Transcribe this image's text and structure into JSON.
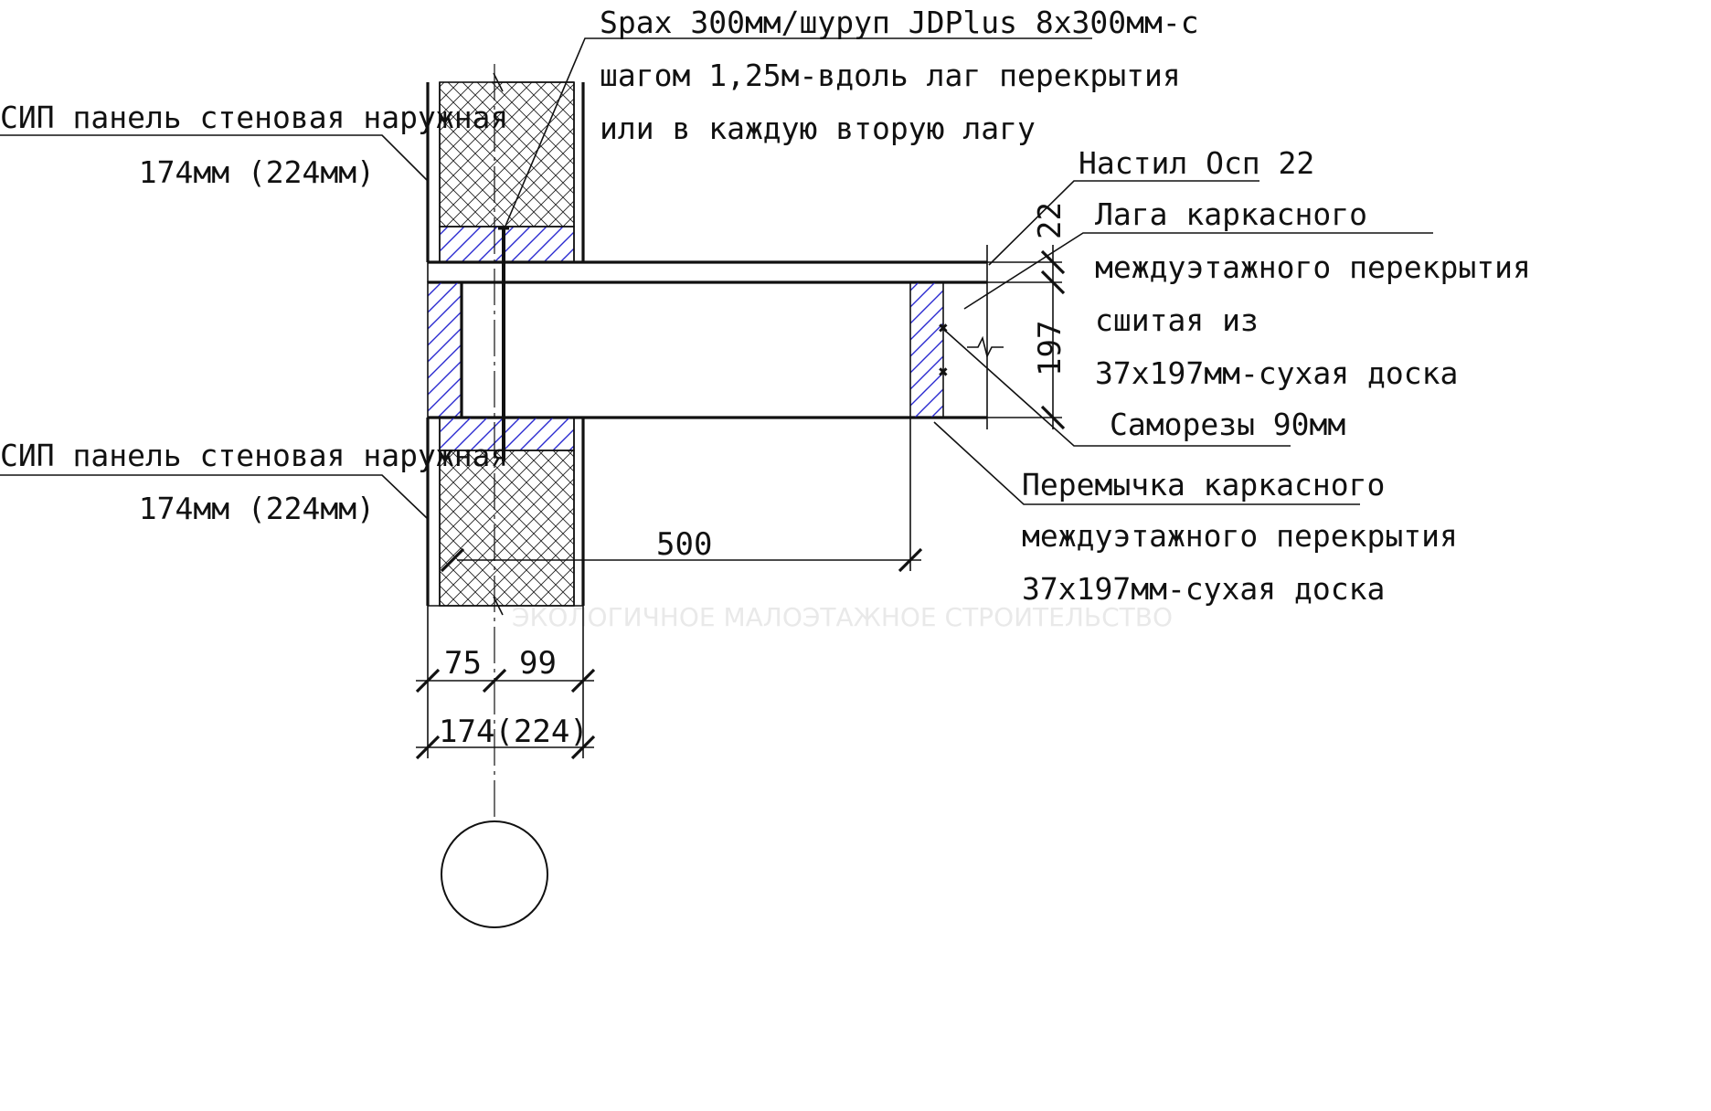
{
  "watermark": {
    "tagline": "ЭКОЛОГИЧНОЕ МАЛОЭТАЖНОЕ СТРОИТЕЛЬСТВО"
  },
  "colors": {
    "ink": "#111111",
    "hatch_blue": "#2a2ad0",
    "watermark": "#e9e9e9"
  },
  "labels": {
    "screw_line1": "Spax 300мм/шуруп JDPlus 8x300мм-с",
    "screw_line2": "шагом 1,25м-вдоль лаг перекрытия",
    "screw_line3": "или в каждую вторую лагу",
    "sip_upper_line1": "СИП панель стеновая наружная",
    "sip_upper_line2": "174мм (224мм)",
    "sip_lower_line1": "СИП панель стеновая наружная",
    "sip_lower_line2": "174мм (224мм)",
    "deck": "Настил Осп 22",
    "joist_line1": "Лага каркасного",
    "joist_line2": "междуэтажного перекрытия",
    "joist_line3": "сшитая из",
    "joist_line4": "37х197мм-сухая доска",
    "self_tapping": "Саморезы 90мм",
    "rim_line1": "Перемычка каркасного",
    "rim_line2": "междуэтажного перекрытия",
    "rim_line3": "37х197мм-сухая доска"
  },
  "dimensions": {
    "deck_thickness": "22",
    "joist_height": "197",
    "joist_offset": "500",
    "outer_part": "75",
    "inner_part": "99",
    "total_wall": "174(224)"
  }
}
